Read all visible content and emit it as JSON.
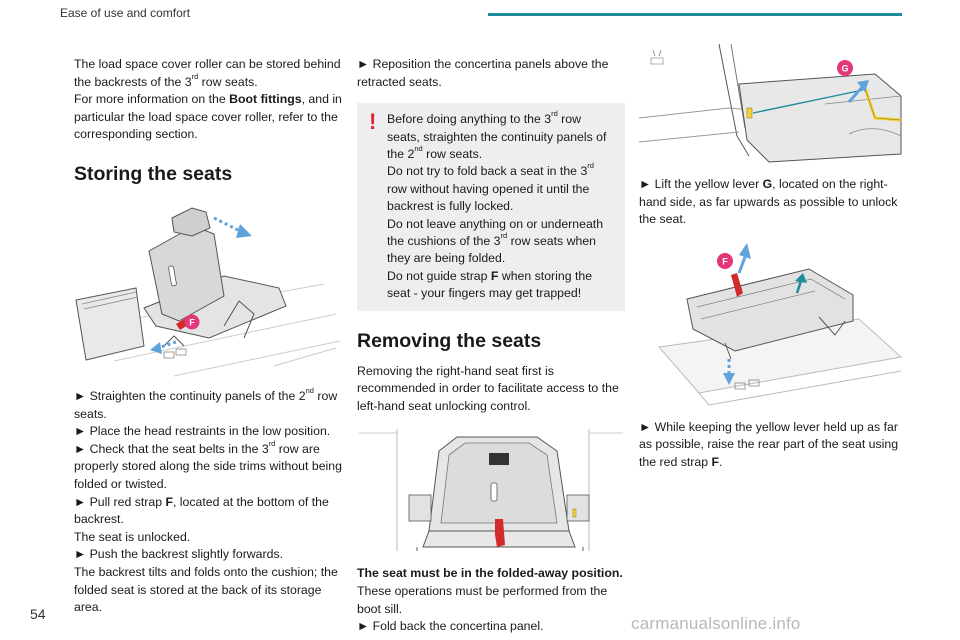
{
  "header": {
    "section_title": "Ease of use and comfort"
  },
  "page_number": "54",
  "watermark": "carmanualsonline.info",
  "col1": {
    "intro_1": "The load space cover roller can be stored behind the backrests of the 3",
    "intro_sup": "rd",
    "intro_2": " row seats.",
    "more_1": "For more information on the ",
    "more_bold": "Boot fittings",
    "more_2": ", and in particular the load space cover roller, refer to the corresponding section.",
    "heading": "Storing the seats",
    "fig_label": "F",
    "s1_1": "► Straighten the continuity panels of the 2",
    "s1_sup": "nd",
    "s1_2": " row seats.",
    "s2": "► Place the head restraints in the low position.",
    "s3_1": "► Check that the seat belts in the 3",
    "s3_sup": "rd",
    "s3_2": " row are properly stored along the side trims without being folded or twisted.",
    "s4_1": "► Pull red strap ",
    "s4_bold": "F",
    "s4_2": ", located at the bottom of the backrest.",
    "s5": "The seat is unlocked.",
    "s6": "► Push the backrest slightly forwards.",
    "s7": "The backrest tilts and folds onto the cushion; the folded seat is stored at the back of its storage area."
  },
  "col2": {
    "s1": "► Reposition the concertina panels above the retracted seats.",
    "warn_mark": "!",
    "w1_1": "Before doing anything to the 3",
    "w1_sup": "rd",
    "w1_2": " row seats, straighten the continuity panels of the 2",
    "w1_sup2": "nd",
    "w1_3": " row seats.",
    "w2_1": "Do not try to fold back a seat in the 3",
    "w2_sup": "rd",
    "w2_2": " row without having opened it until the backrest is fully locked.",
    "w3_1": "Do not leave anything on or underneath the cushions of the 3",
    "w3_sup": "rd",
    "w3_2": " row seats when they are being folded.",
    "w4_1": "Do not guide strap ",
    "w4_bold": "F",
    "w4_2": " when storing the seat - your fingers may get trapped!",
    "heading": "Removing the seats",
    "p1": "Removing the right-hand seat first is recommended in order to facilitate access to the left-hand seat unlocking control.",
    "bold_line": "The seat must be in the folded-away position.",
    "p2": "These operations must be performed from the boot sill.",
    "s2": "► Fold back the concertina panel."
  },
  "col3": {
    "fig1_label": "G",
    "s1_1": "► Lift the yellow lever ",
    "s1_bold": "G",
    "s1_2": ", located on the right-hand side, as far upwards as possible to unlock the seat.",
    "fig2_label": "F",
    "s2_1": "► While keeping the yellow lever held up as far as possible, raise the rear part of the seat using the red strap ",
    "s2_bold": "F",
    "s2_2": "."
  },
  "colors": {
    "accent_teal": "#1e8c9a",
    "callout_blue": "#5fa3dd",
    "callout_pink": "#e3367b",
    "strap_red": "#d22b2b",
    "lever_yellow": "#f2d33a",
    "warning_red": "#e3242b",
    "warning_bg": "#eceef0"
  }
}
